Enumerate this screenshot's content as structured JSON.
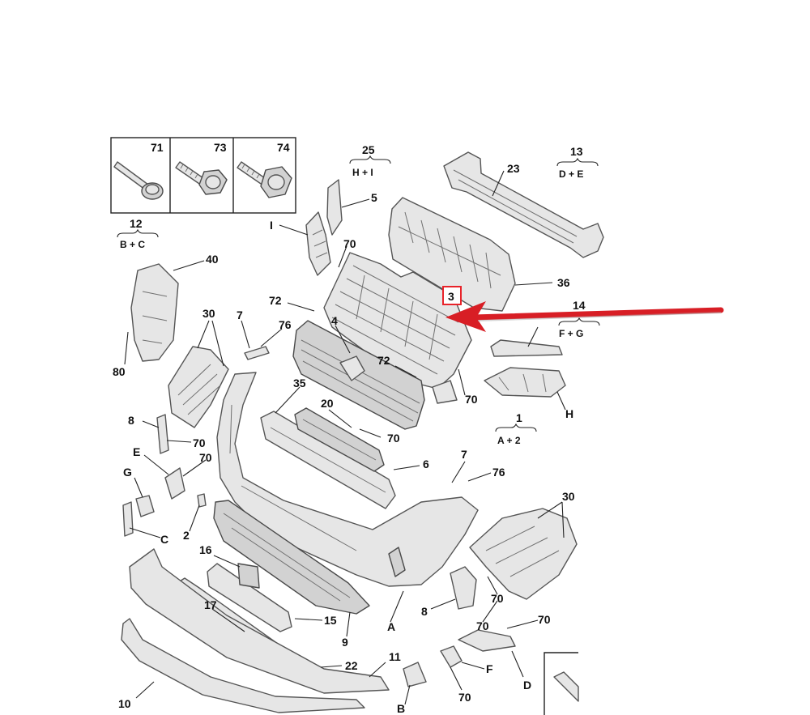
{
  "inset_fasteners": [
    {
      "id": "screw-71",
      "ref": "71"
    },
    {
      "id": "screw-73",
      "ref": "73"
    },
    {
      "id": "screw-74",
      "ref": "74"
    }
  ],
  "groups": {
    "g12": {
      "num": "12",
      "sub": "B + C"
    },
    "g25": {
      "num": "25",
      "sub": "H + I"
    },
    "g13": {
      "num": "13",
      "sub": "D + E"
    },
    "gFG": {
      "num": "14",
      "sub": "F + G"
    },
    "g1": {
      "num": "1",
      "sub": "A + 2"
    }
  },
  "callouts": {
    "c23": "23",
    "c5": "5",
    "cI": "I",
    "c70a": "70",
    "c40": "40",
    "c36": "36",
    "c3": "3",
    "c72a": "72",
    "c4": "4",
    "c76a": "76",
    "c7a": "7",
    "c30a": "30",
    "c80": "80",
    "c72b": "72",
    "c70b": "70",
    "cH": "H",
    "c35": "35",
    "c20": "20",
    "c70c": "70",
    "c8a": "8",
    "c70d": "70",
    "cE": "E",
    "c70e": "70",
    "cG": "G",
    "c6": "6",
    "c7b": "7",
    "c76b": "76",
    "c30b": "30",
    "cC": "C",
    "c2": "2",
    "c16": "16",
    "c8b": "8",
    "c70f": "70",
    "c17": "17",
    "c15": "15",
    "cA": "A",
    "c70g": "70",
    "c70h": "70",
    "c9": "9",
    "c22": "22",
    "c11": "11",
    "cF": "F",
    "cD": "D",
    "c10": "10",
    "cB": "B",
    "c70i": "70"
  },
  "highlight": {
    "ref": "3",
    "box_color": "#e8232a",
    "arrow_color": "#d81e25"
  }
}
